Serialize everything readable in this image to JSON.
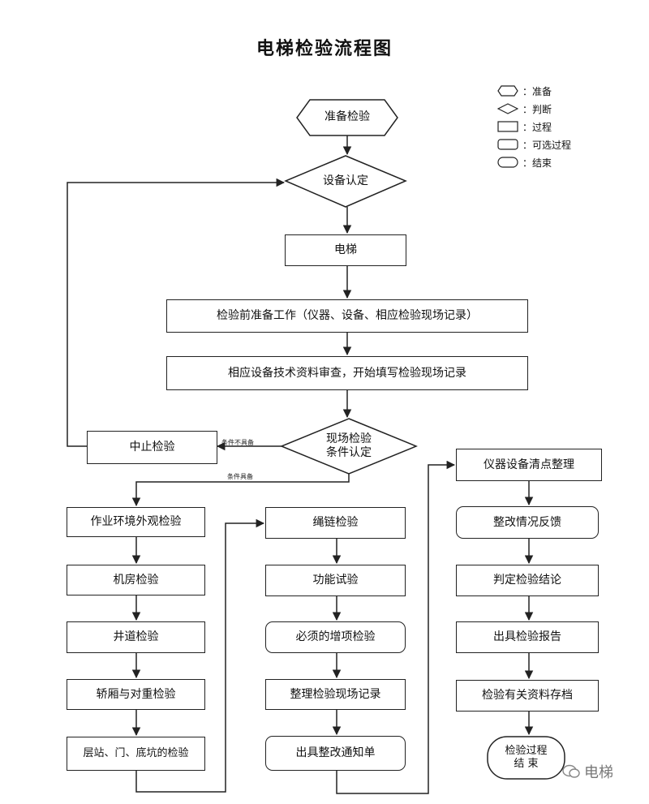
{
  "title": "电梯检验流程图",
  "legend": [
    {
      "icon": "hexagon-icon",
      "label": "：准备"
    },
    {
      "icon": "diamond-icon",
      "label": "：判断"
    },
    {
      "icon": "rectangle-icon",
      "label": "：过程"
    },
    {
      "icon": "rounded-rectangle-icon",
      "label": "：可选过程"
    },
    {
      "icon": "rounded-rectangle-icon",
      "label": "：结束"
    }
  ],
  "nodes": {
    "prepare": "准备检验",
    "equipment_confirm": "设备认定",
    "elevator": "电梯",
    "pre_work": "检验前准备工作（仪器、设备、相应检验现场记录）",
    "doc_review": "相应设备技术资料审查，开始填写检验现场记录",
    "suspend": "中止检验",
    "site_condition_line1": "现场检验",
    "site_condition_line2": "条件认定",
    "env_check": "作业环境外观检验",
    "machine_room": "机房检验",
    "shaft": "井道检验",
    "car_counterweight": "轿厢与对重检验",
    "landing_door_pit": "层站、门、底坑的检验",
    "rope_chain": "绳链检验",
    "function_test": "功能试验",
    "extra_items": "必须的增项检验",
    "organize_records": "整理检验现场记录",
    "rectify_notice": "出具整改通知单",
    "instrument_check": "仪器设备清点整理",
    "rectify_feedback": "整改情况反馈",
    "conclusion": "判定检验结论",
    "report": "出具检验报告",
    "archive": "检验有关资料存档",
    "end_line1": "检验过程",
    "end_line2": "结 束"
  },
  "edge_labels": {
    "not_met": "条件不具备",
    "met": "条件具备"
  },
  "watermark": "电梯"
}
